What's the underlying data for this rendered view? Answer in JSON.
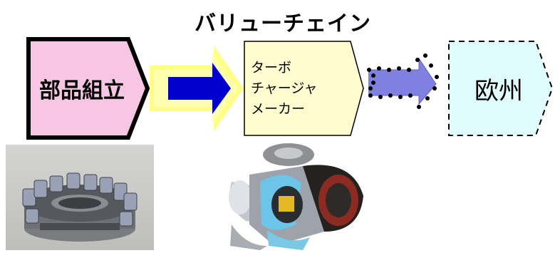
{
  "title": "バリューチェイン",
  "stages": [
    {
      "label": "部品組立",
      "fill": "#f7c6e2",
      "border": "#000000"
    },
    {
      "label_lines": [
        "ターボ",
        "チャージャ",
        "メーカー"
      ],
      "fill": "#fffccf",
      "border": "#000000"
    },
    {
      "label": "欧州",
      "fill": "#e0fbfb",
      "border": "#000000"
    }
  ],
  "arrows": [
    {
      "fill": "#0000cc",
      "glow": "#ffff66"
    },
    {
      "fill": "#8080e0",
      "dots": "#000000"
    }
  ],
  "photos": [
    {
      "icon": "turbo-nozzle-ring-photo"
    },
    {
      "icon": "turbocharger-cutaway-photo"
    }
  ]
}
